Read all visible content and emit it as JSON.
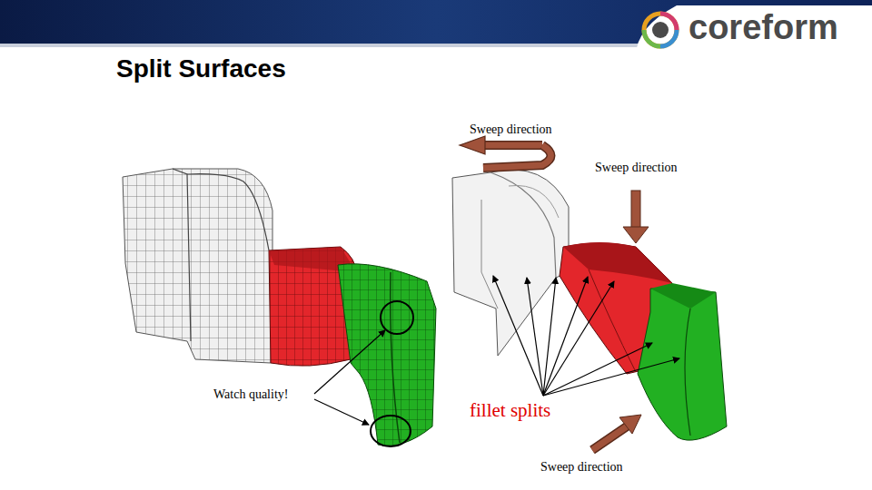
{
  "diagram": {
    "title": "Split Surfaces",
    "labels": [
      "coreform",
      "Sweep direction",
      "Sweep direction",
      "Watch quality!",
      "fillet splits",
      "Sweep direction"
    ]
  }
}
